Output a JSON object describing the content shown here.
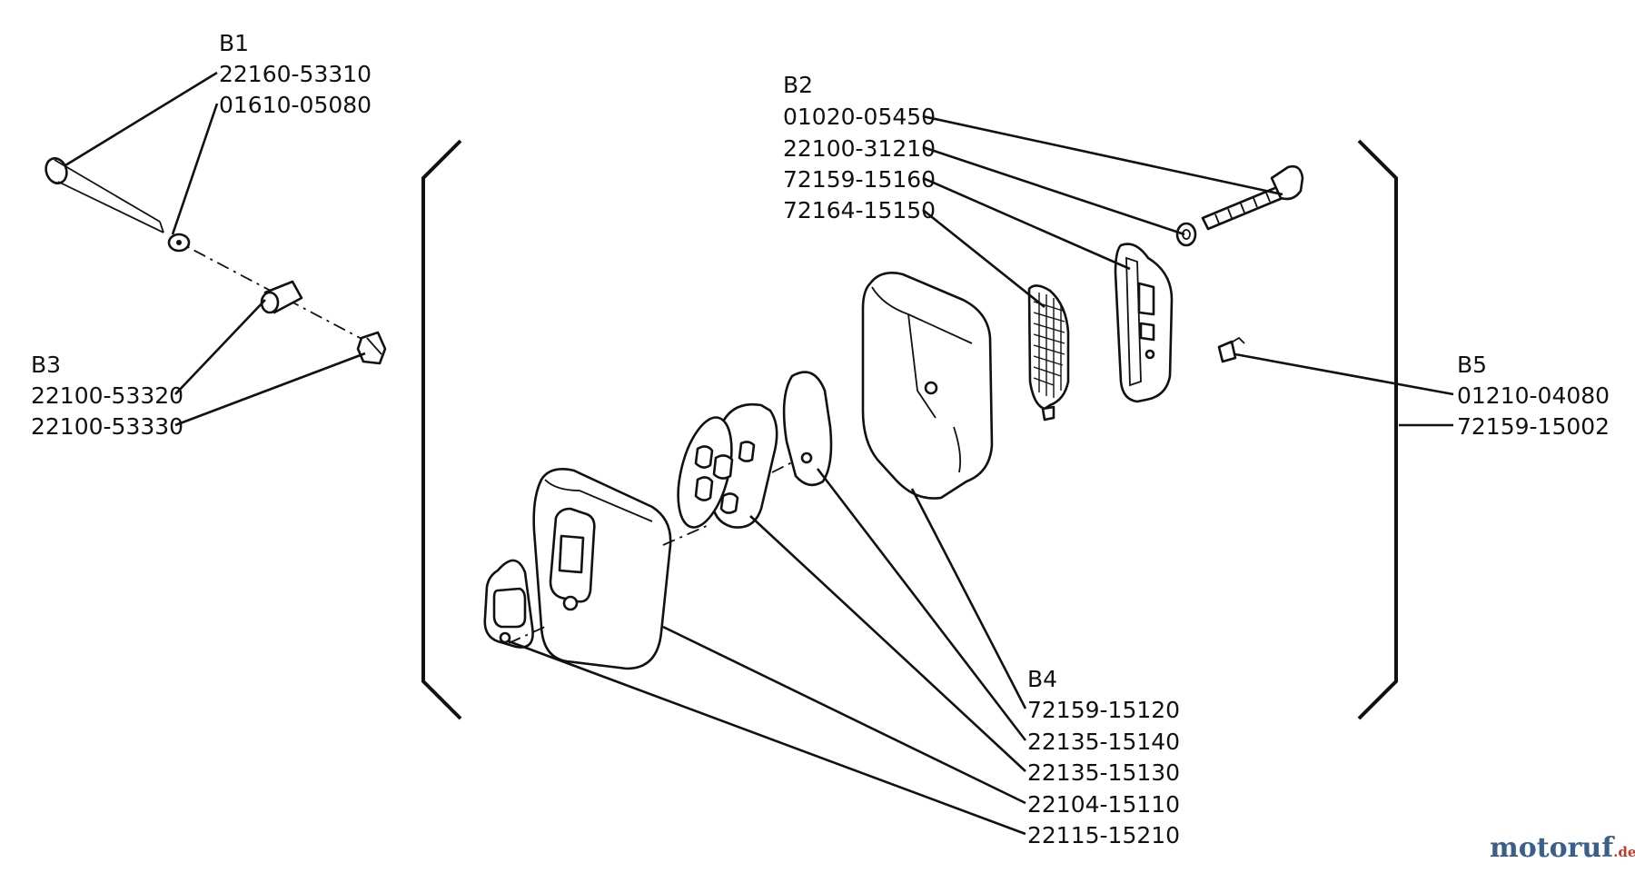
{
  "groups": {
    "b1": {
      "title": "B1",
      "parts": [
        "22160-53310",
        "01610-05080"
      ]
    },
    "b2": {
      "title": "B2",
      "parts": [
        "01020-05450",
        "22100-31210",
        "72159-15160",
        "72164-15150"
      ]
    },
    "b3": {
      "title": "B3",
      "parts": [
        "22100-53320",
        "22100-53330"
      ]
    },
    "b4": {
      "title": "B4",
      "parts": [
        "72159-15120",
        "22135-15140",
        "22135-15130",
        "22104-15110",
        "22115-15210"
      ]
    },
    "b5": {
      "title": "B5",
      "parts": [
        "01210-04080",
        "72159-15002"
      ]
    }
  },
  "watermark": {
    "brand": "motoruf",
    "suffix": ".de",
    "brand_color": "#3a5f8a",
    "dot_color": "#c0392b"
  }
}
